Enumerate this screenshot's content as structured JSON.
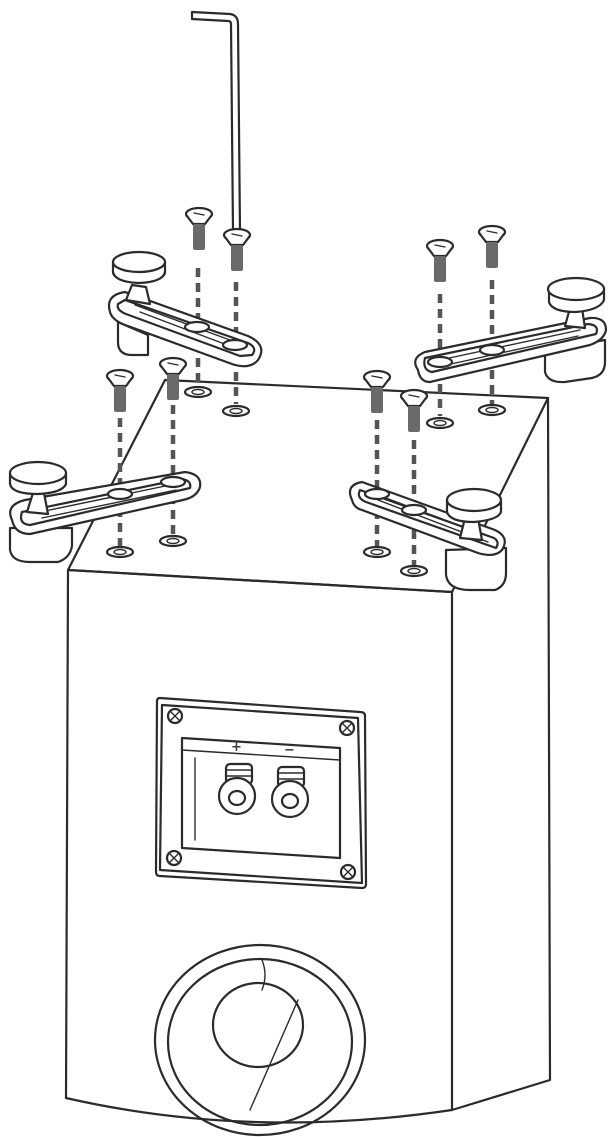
{
  "figure": {
    "speaker_terminal": {
      "plus_label": "+",
      "minus_label": "−"
    },
    "colors": {
      "line": "#2b2b2b",
      "dash": "#555555",
      "thread": "#6a6a6a",
      "background": "#ffffff"
    },
    "parts": [
      "hex-key",
      "screw",
      "outrigger-foot",
      "spike-foot",
      "speaker-cabinet",
      "terminal-plate",
      "bass-port"
    ]
  }
}
